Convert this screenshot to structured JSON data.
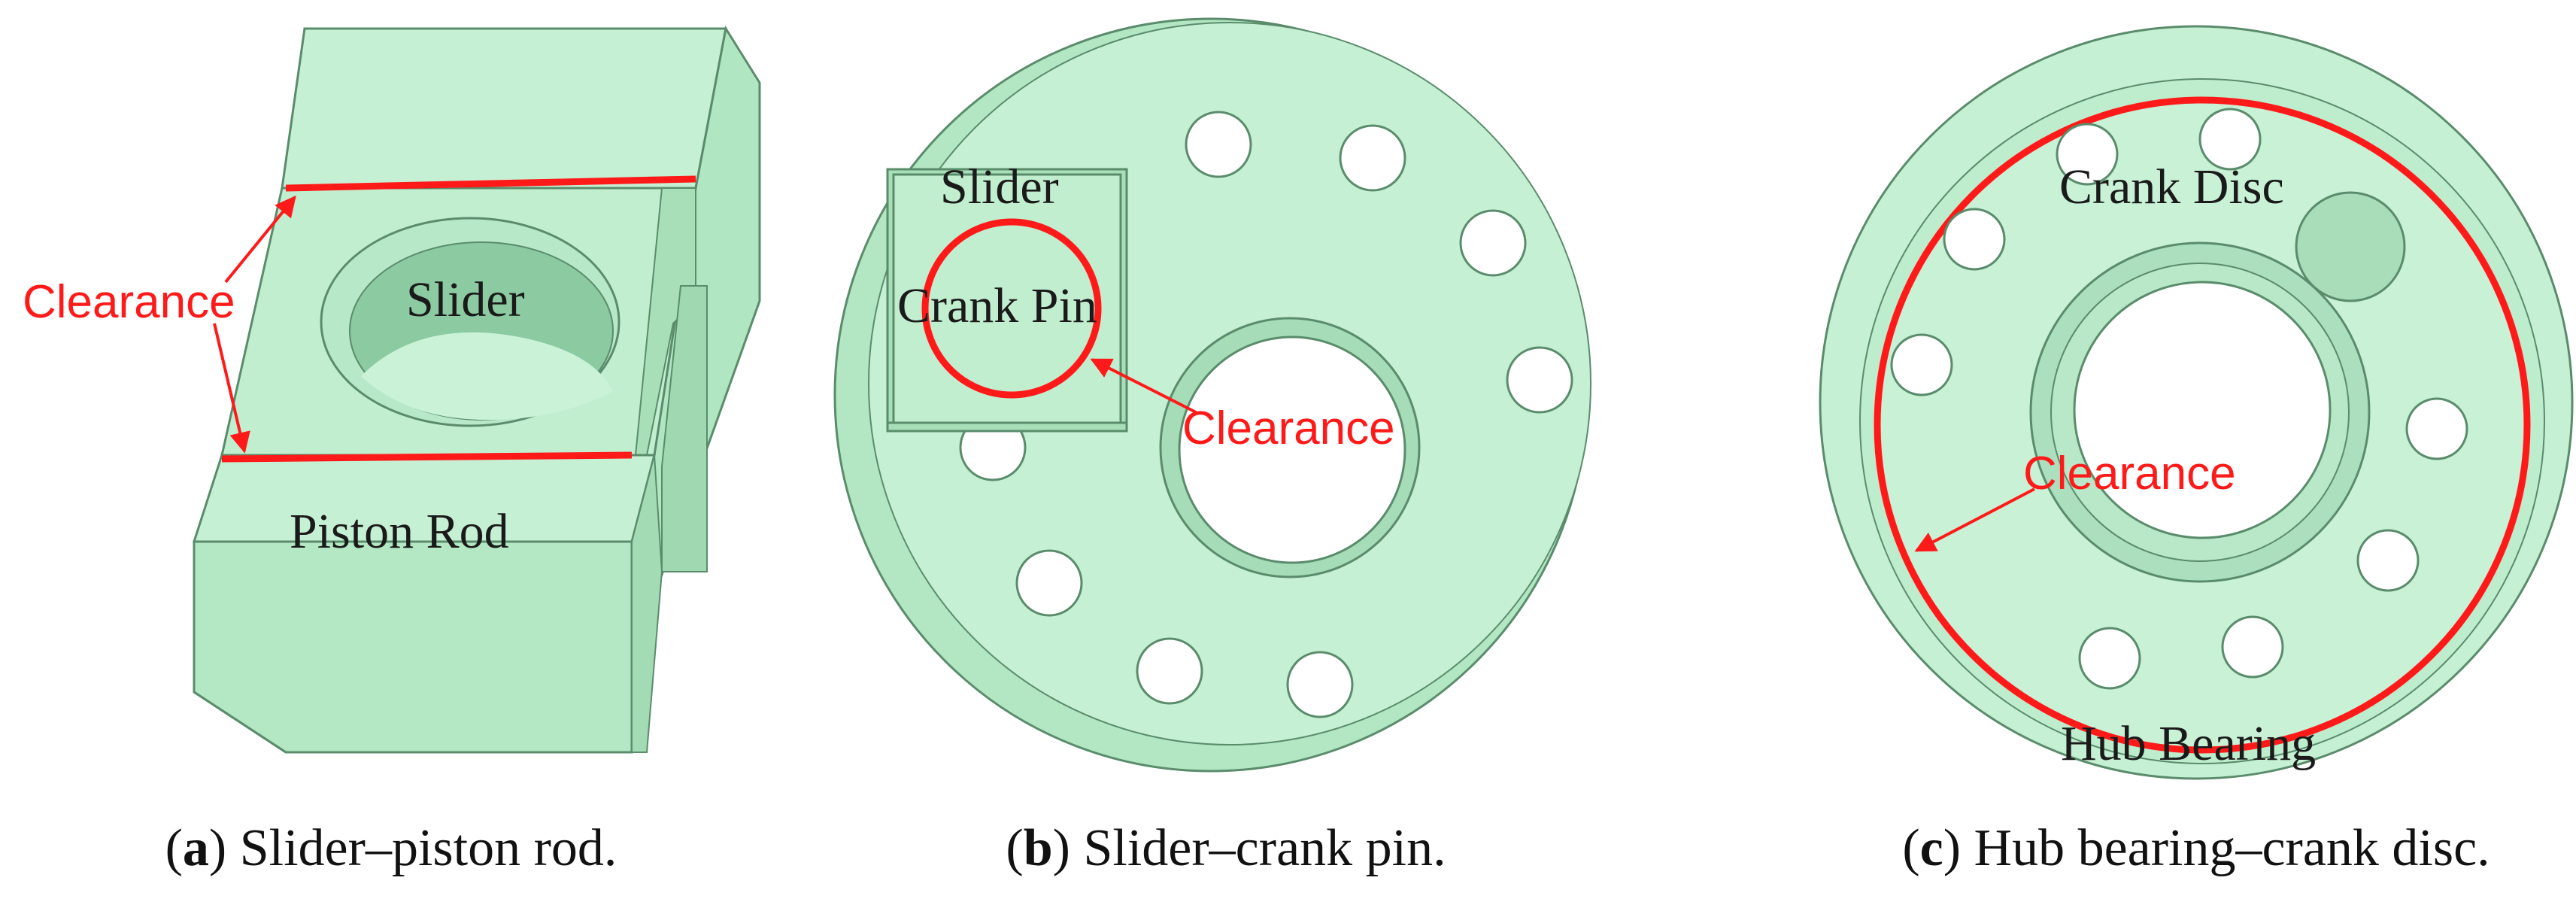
{
  "colors": {
    "part_fill": "#c6f0d4",
    "part_face": "#b0e6c2",
    "part_dark": "#96d2ab",
    "edge": "#5a8c6c",
    "clearance": "#ff1a1a"
  },
  "panels": [
    {
      "id": "a",
      "labels": {
        "clearance": "Clearance",
        "slider": "Slider",
        "piston_rod": "Piston Rod"
      },
      "caption": {
        "open": "(",
        "letter": "a",
        "close": ")",
        "text": " Slider–piston rod."
      }
    },
    {
      "id": "b",
      "labels": {
        "slider": "Slider",
        "crank_pin": "Crank Pin",
        "clearance": "Clearance"
      },
      "caption": {
        "open": "(",
        "letter": "b",
        "close": ")",
        "text": " Slider–crank pin."
      }
    },
    {
      "id": "c",
      "labels": {
        "crank_disc": "Crank Disc",
        "clearance": "Clearance",
        "hub_bearing": "Hub Bearing"
      },
      "caption": {
        "open": "(",
        "letter": "c",
        "close": ")",
        "text": " Hub bearing–crank disc."
      }
    }
  ]
}
